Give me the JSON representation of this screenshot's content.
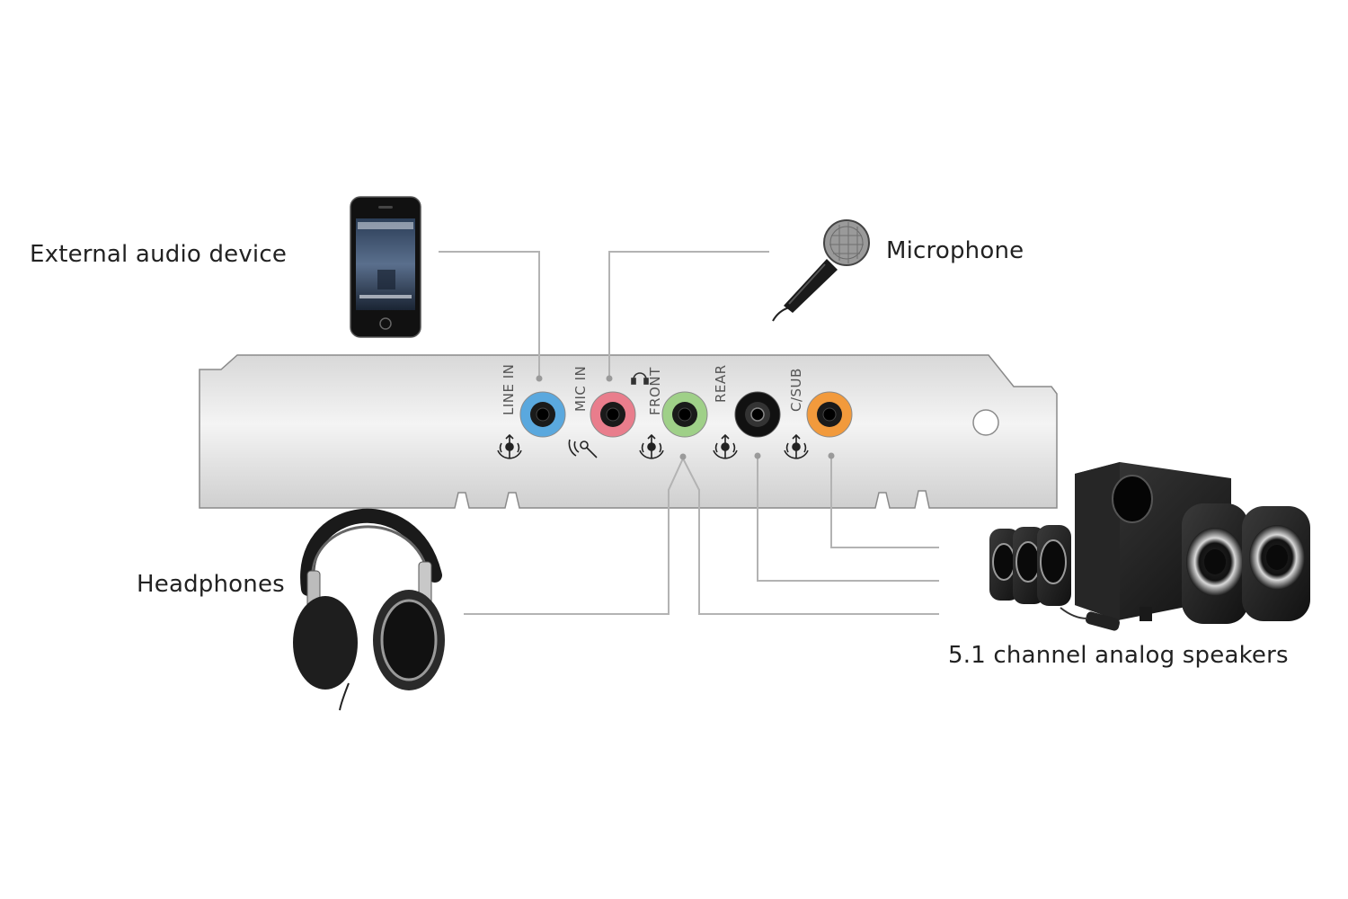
{
  "labels": {
    "external_audio_device": "External audio device",
    "microphone": "Microphone",
    "headphones": "Headphones",
    "speakers": "5.1 channel analog speakers"
  },
  "ports": [
    {
      "name": "LINE IN",
      "color": "#5aa8de",
      "icon": "line-io-icon"
    },
    {
      "name": "MIC IN",
      "color": "#e97d8c",
      "icon": "microphone-icon"
    },
    {
      "name": "FRONT",
      "color": "#9fd088",
      "icon": "line-io-icon",
      "extra_icon": "headphones-icon"
    },
    {
      "name": "REAR",
      "color": "#111111",
      "icon": "line-io-icon"
    },
    {
      "name": "C/SUB",
      "color": "#f29a3c",
      "icon": "line-io-icon"
    }
  ],
  "colors": {
    "bracket": "#cfcfcf",
    "connector_line": "#b3b3b3"
  }
}
